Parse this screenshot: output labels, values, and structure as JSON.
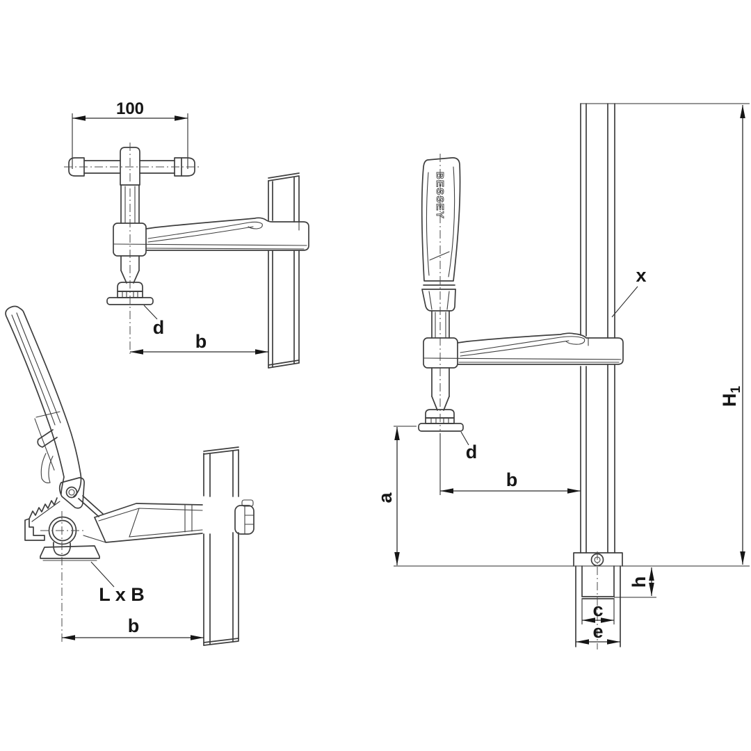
{
  "colors": {
    "background": "#ffffff",
    "line": "#3e3e3e",
    "text": "#161616"
  },
  "views": {
    "t_handle_clamp": {
      "handle_width_dim": "100",
      "pad_label": "d",
      "reach_label": "b"
    },
    "lever_clamp": {
      "base_plate_label": "L x B",
      "reach_label": "b"
    },
    "main_clamp": {
      "brand": "BESSEY",
      "rail_label": "x",
      "rail_height_label": "H",
      "rail_height_subscript": "1",
      "clearance_label": "a",
      "reach_label": "b",
      "pad_label": "d",
      "insert_inner_width_label": "c",
      "insert_outer_width_label": "e",
      "insert_depth_label": "h"
    }
  }
}
